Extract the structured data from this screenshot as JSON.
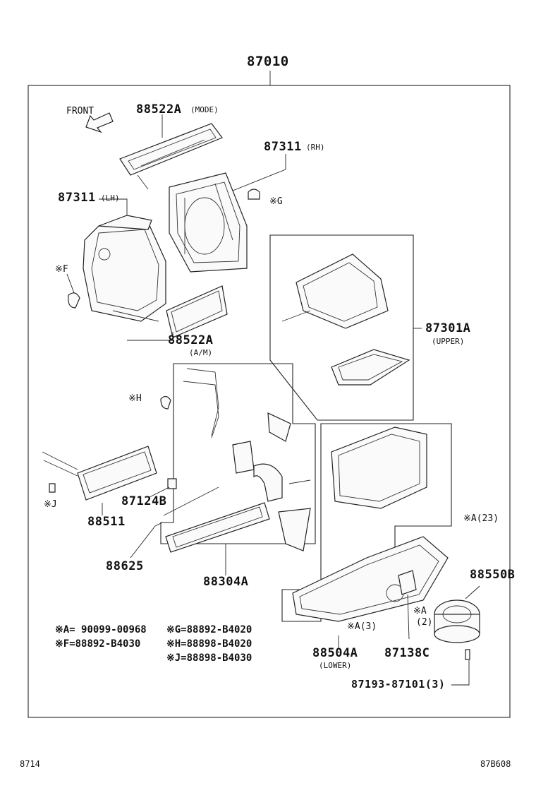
{
  "assembly_number": "87010",
  "front_label": "FRONT",
  "parts": {
    "p88522A_mode": {
      "number": "88522A",
      "sub": "(MODE)"
    },
    "p87311_rh": {
      "number": "87311",
      "sub": "(RH)"
    },
    "p87311_lh": {
      "number": "87311",
      "sub": "(LH)"
    },
    "p88522A_am": {
      "number": "88522A",
      "sub": "(A/M)"
    },
    "p87301A": {
      "number": "87301A",
      "sub": "(UPPER)"
    },
    "p87124B": {
      "number": "87124B"
    },
    "p88511": {
      "number": "88511"
    },
    "p88625": {
      "number": "88625"
    },
    "p88304A": {
      "number": "88304A"
    },
    "p88550B": {
      "number": "88550B"
    },
    "p88504A": {
      "number": "88504A",
      "sub": "(LOWER)"
    },
    "p87138C": {
      "number": "87138C"
    },
    "p87193": {
      "number": "87193-87101(3)"
    }
  },
  "notes": {
    "F": "※F",
    "G": "※G",
    "H": "※H",
    "J": "※J",
    "A23": "※A(23)",
    "A3": "※A(3)",
    "A2_mark": "※A",
    "A2_qty": "(2)"
  },
  "legend": [
    "※A= 90099-00968",
    "※G=88892-B4020",
    "※F=88892-B4030",
    "※H=88898-B4020",
    "※J=88898-B4030"
  ],
  "corner_left": "8714",
  "corner_right": "87B608"
}
